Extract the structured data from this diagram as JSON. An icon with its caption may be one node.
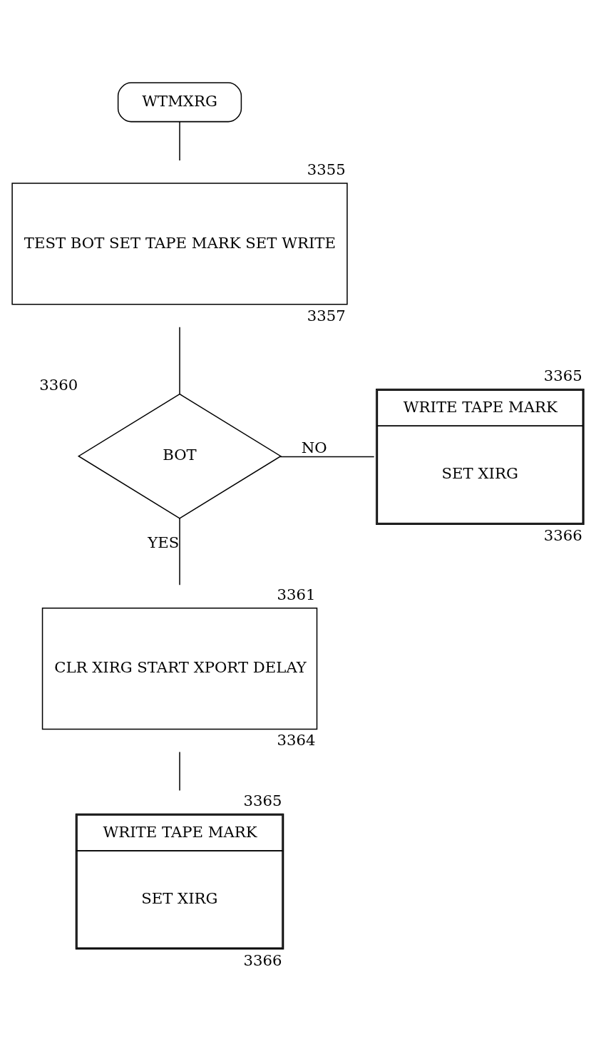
{
  "diagram": {
    "nodes": [
      {
        "text": [
          "WTMXRG"
        ]
      },
      {
        "text": [
          "TEST BOT SET TAPE MARK SET WRITE"
        ],
        "beside": [
          "3355",
          "3357"
        ]
      },
      {
        "text": [
          "BOT"
        ],
        "beside": [
          "3360"
        ]
      },
      {
        "text": [
          "WRITE TAPE MARK",
          "SET XIRG"
        ],
        "beside": [
          "3365",
          "3366"
        ]
      },
      {
        "text": [
          "CLR XIRG START XPORT DELAY"
        ],
        "beside": [
          "3361",
          "3364"
        ]
      },
      {
        "text": [
          "WRITE TAPE MARK",
          "SET XIRG"
        ],
        "beside": [
          "3365",
          "3366"
        ]
      }
    ],
    "edges": [
      {
        "from": 0,
        "to": 1,
        "arrow": "none"
      },
      {
        "from": 1,
        "to": 2,
        "arrow": "none"
      },
      {
        "from": 2,
        "to": 3,
        "arrow": "none",
        "label": "NO"
      },
      {
        "from": 2,
        "to": 4,
        "arrow": "none",
        "label": "YES"
      },
      {
        "from": 4,
        "to": 5,
        "arrow": "none"
      }
    ]
  }
}
